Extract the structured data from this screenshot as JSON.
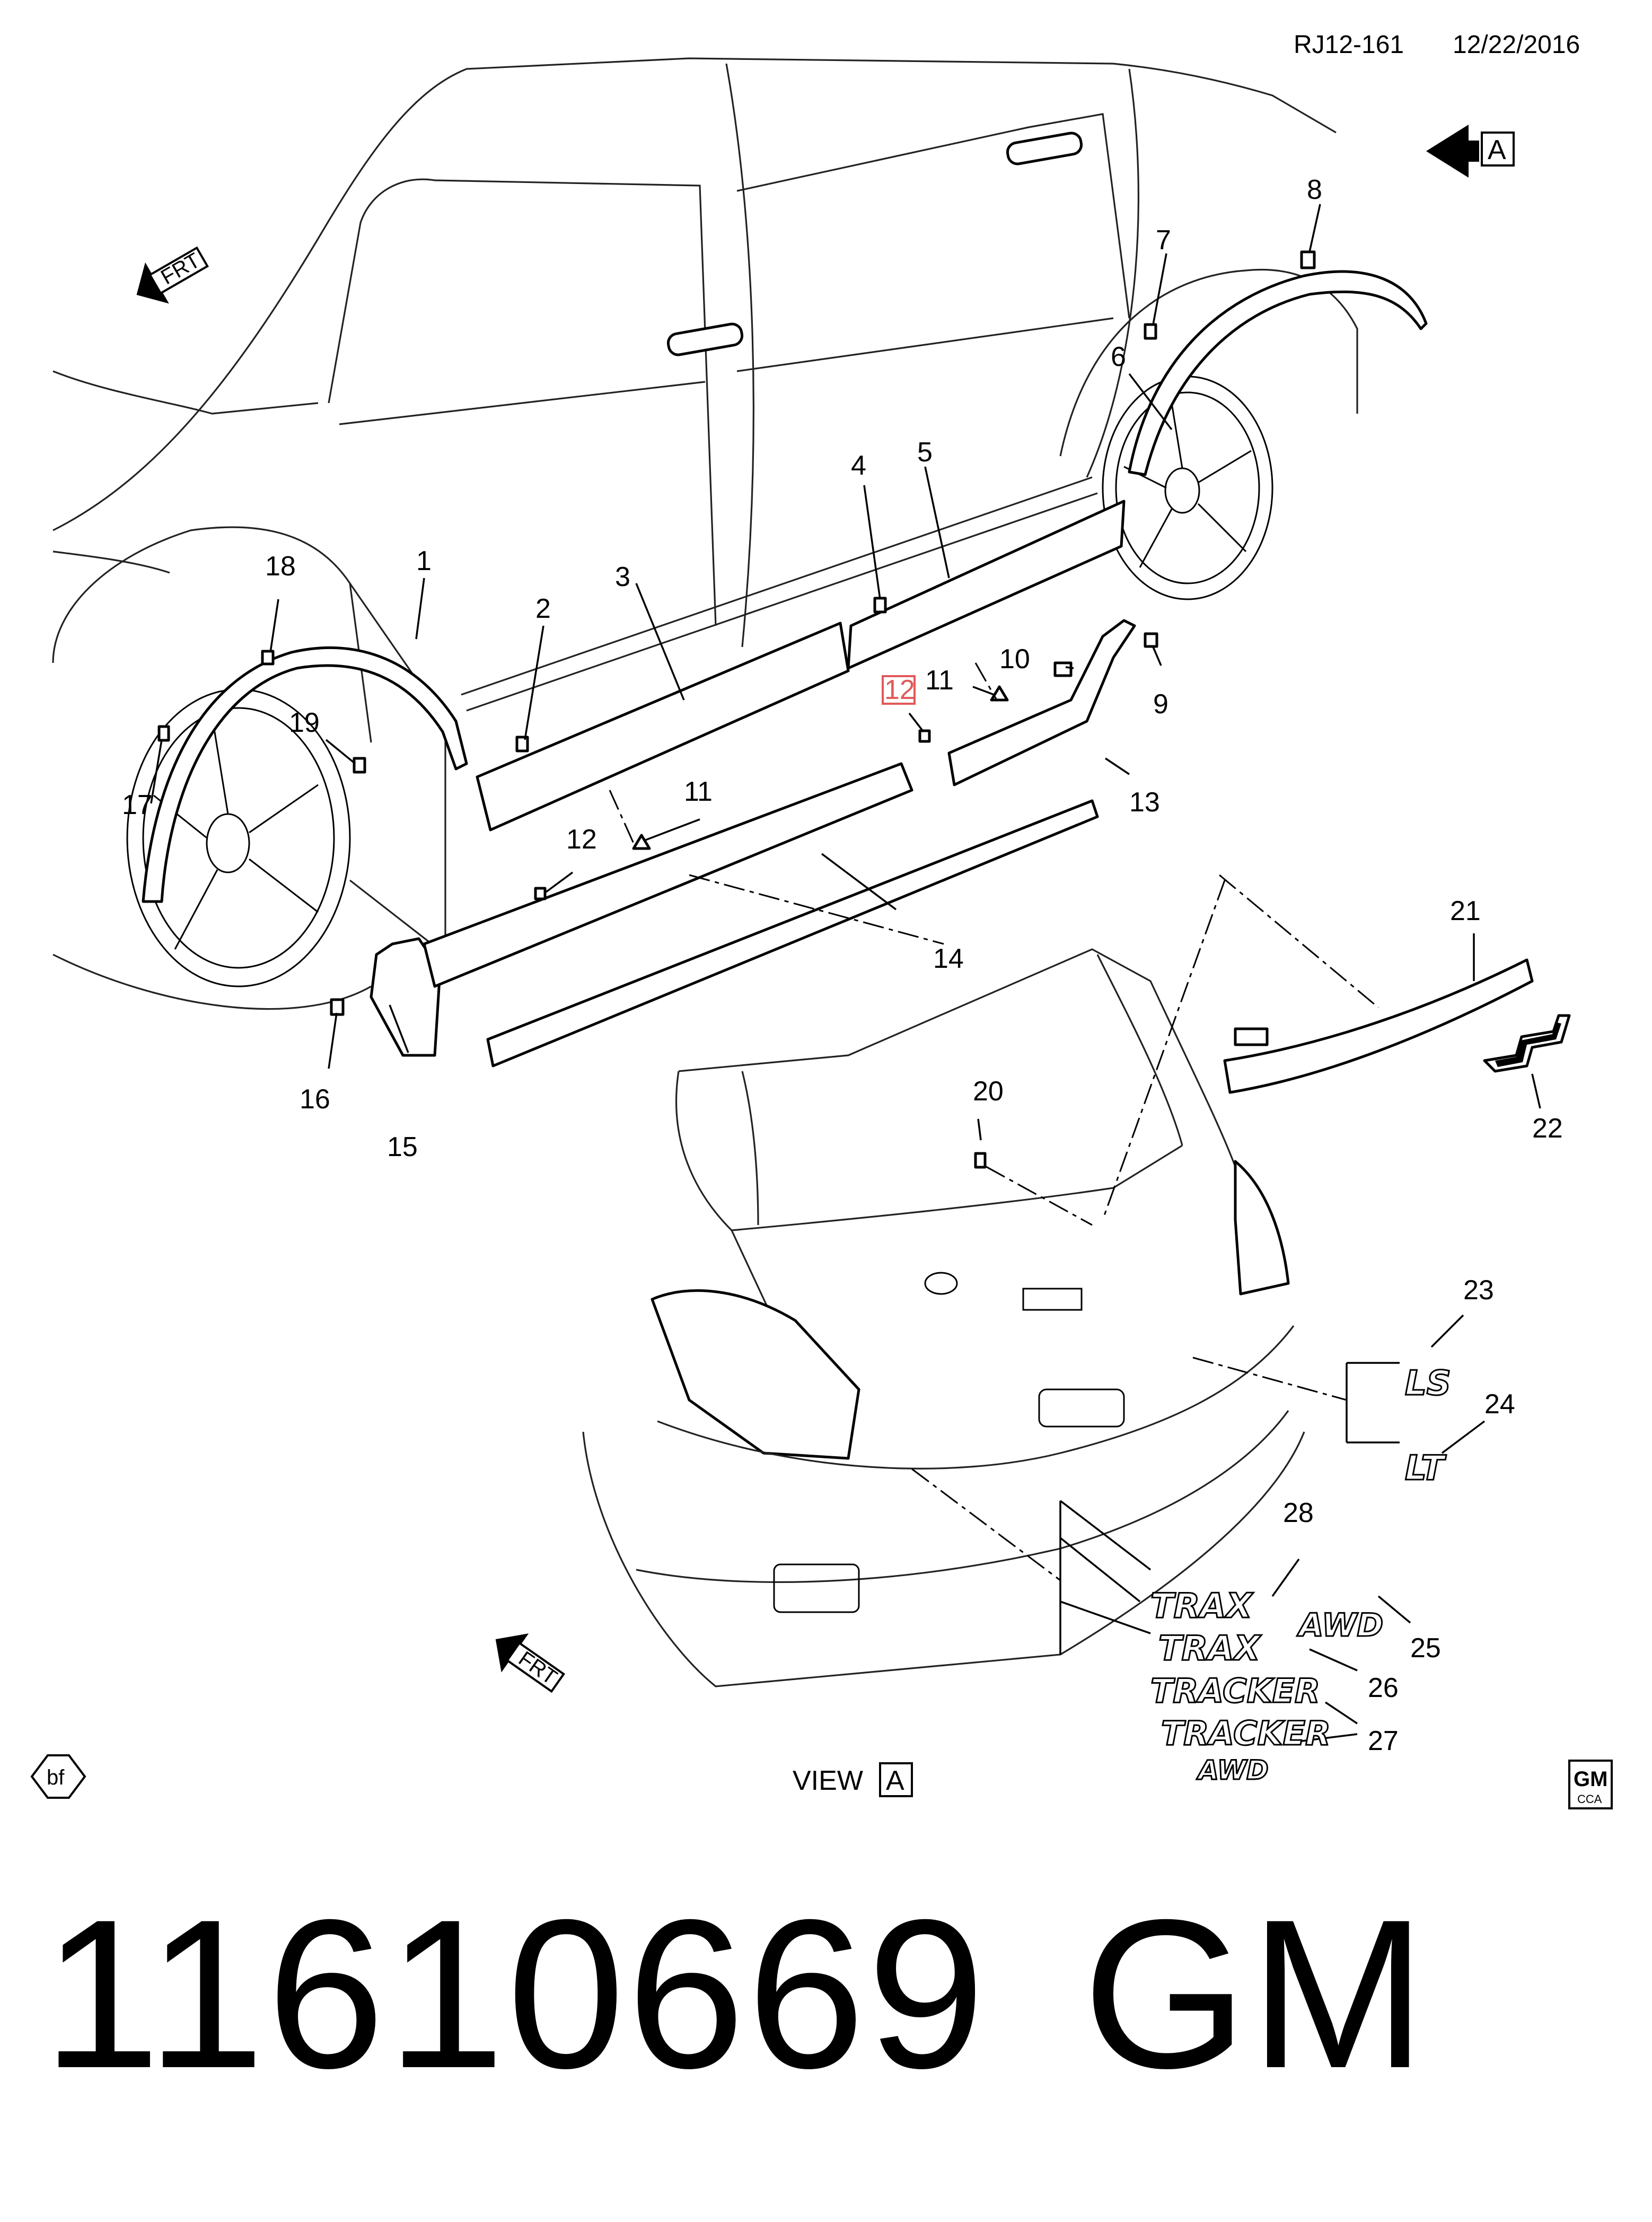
{
  "header": {
    "drawing_id": "RJ12-161",
    "date": "12/22/2016"
  },
  "view_marker": {
    "letter": "A"
  },
  "front_markers": [
    {
      "text": "FRT"
    },
    {
      "text": "FRT"
    }
  ],
  "view_caption": {
    "text": "VIEW",
    "letter": "A"
  },
  "corner_marks": {
    "left": "bf",
    "right_top": "GM",
    "right_bottom": "CCA"
  },
  "callouts": [
    "1",
    "2",
    "3",
    "4",
    "5",
    "6",
    "7",
    "8",
    "9",
    "10",
    "11",
    "11",
    "12",
    "12",
    "13",
    "14",
    "15",
    "16",
    "17",
    "18",
    "19",
    "20",
    "21",
    "22",
    "23",
    "24",
    "25",
    "26",
    "27",
    "28"
  ],
  "emblems": {
    "trim_ls": "LS",
    "trim_lt": "LT",
    "trax": "TRAX",
    "trax_awd": "TRAX",
    "awd": "AWD",
    "tracker": "TRACKER",
    "tracker_awd": "TRACKER",
    "awd_small": "AWD"
  },
  "footer": {
    "part_number": "11610669",
    "brand": "GM"
  },
  "highlight_color": "#e05a5a"
}
